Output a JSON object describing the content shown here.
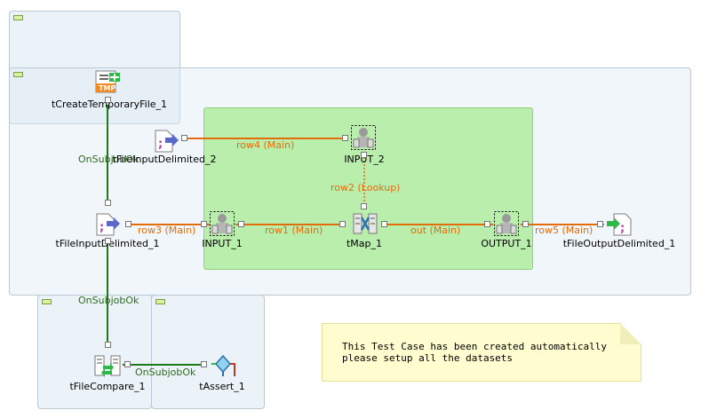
{
  "canvas": {
    "components": {
      "create_temp": "tCreateTemporaryFile_1",
      "input_delim_2": "tFileInputDelimited_2",
      "input_2": "INPUT_2",
      "input_delim_1": "tFileInputDelimited_1",
      "input_1": "INPUT_1",
      "tmap": "tMap_1",
      "output_1": "OUTPUT_1",
      "output_delim": "tFileOutputDelimited_1",
      "compare": "tFileCompare_1",
      "assert": "tAssert_1"
    },
    "links": {
      "row4": "row4 (Main)",
      "row2": "row2 (Lookup)",
      "row3": "row3 (Main)",
      "row1": "row1 (Main)",
      "out": "out (Main)",
      "row5": "row5 (Main)",
      "on_subjob_ok_1": "OnSubjobOk",
      "on_subjob_ok_2": "OnSubjobOk",
      "on_subjob_ok_3": "OnSubjobOk"
    },
    "note": {
      "line1": "This Test Case has been created automatically",
      "line2": "please setup all the datasets"
    },
    "colors": {
      "main_link": "#e36c0a",
      "trigger_link": "#1d7a14",
      "subjob_bg": "#dde9f1",
      "green_zone": "#b5ecaa",
      "note_bg": "#fffdd0"
    },
    "icons": {
      "tmp_badge": "TMP"
    }
  }
}
